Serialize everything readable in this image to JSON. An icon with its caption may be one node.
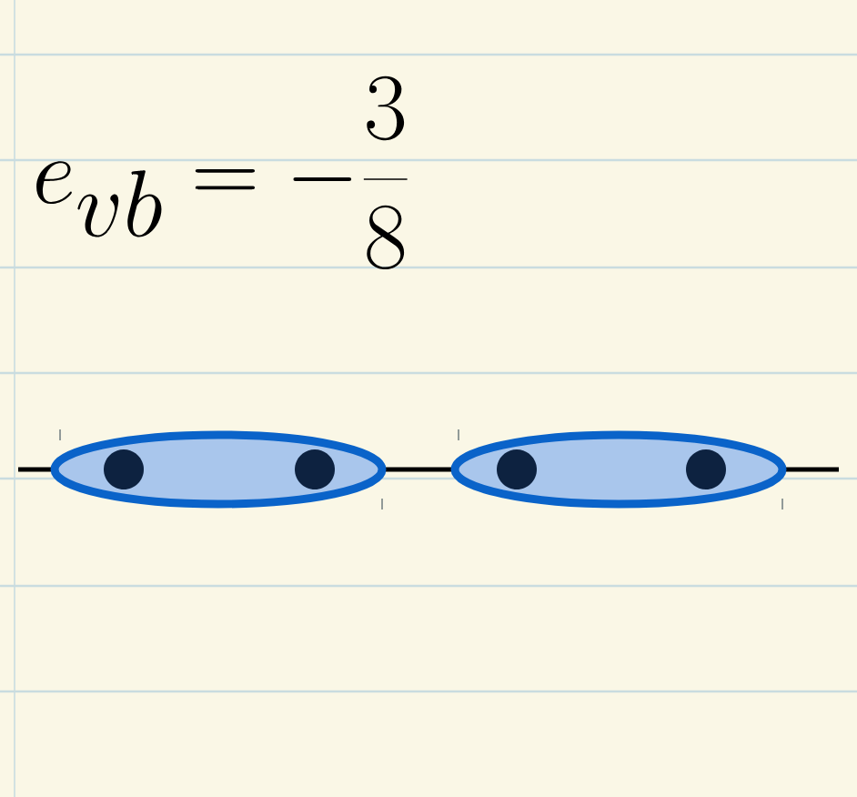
{
  "diagram": {
    "nodes": [
      {
        "text": [],
        "shape": "ellipse"
      },
      {
        "text": [],
        "shape": "circle",
        "in": 0
      },
      {
        "text": [],
        "shape": "circle",
        "in": 0
      },
      {
        "text": [],
        "shape": "ellipse"
      },
      {
        "text": [],
        "shape": "circle",
        "in": 3
      },
      {
        "text": [],
        "shape": "circle",
        "in": 3
      }
    ],
    "labels": [
      "e_{vb}=-\\frac{3}{8}"
    ]
  }
}
